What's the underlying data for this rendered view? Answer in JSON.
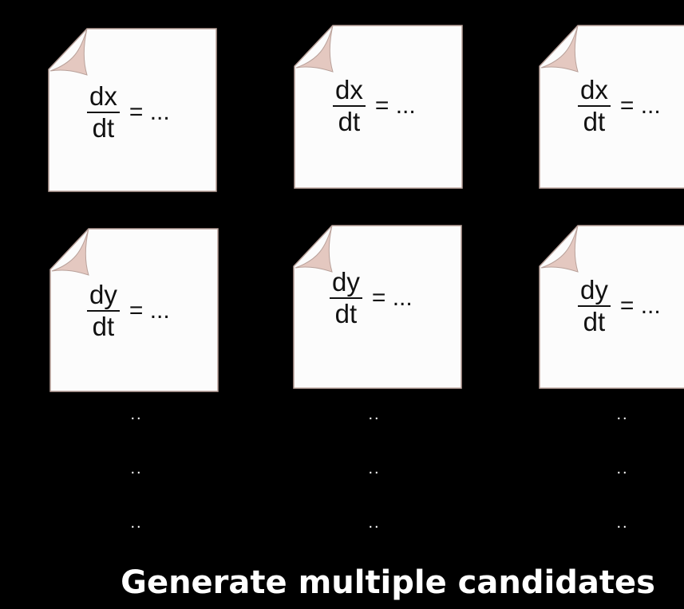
{
  "colors": {
    "background": "#000000",
    "paper": "#fcfcfc",
    "paper_edge": "#b9a19a",
    "curl": "#e4c8c0",
    "text": "#111111",
    "caption": "#ffffff"
  },
  "rows": [
    {
      "variable": "x",
      "cards": [
        {
          "numerator": "dx",
          "denominator": "dt",
          "rhs": "= ..."
        },
        {
          "numerator": "dx",
          "denominator": "dt",
          "rhs": "= ..."
        },
        {
          "numerator": "dx",
          "denominator": "dt",
          "rhs": "= ..."
        }
      ]
    },
    {
      "variable": "y",
      "cards": [
        {
          "numerator": "dy",
          "denominator": "dt",
          "rhs": "= ..."
        },
        {
          "numerator": "dy",
          "denominator": "dt",
          "rhs": "= ..."
        },
        {
          "numerator": "dy",
          "denominator": "dt",
          "rhs": "= ..."
        }
      ]
    }
  ],
  "continuation": {
    "symbol": "..",
    "rows": 3
  },
  "caption": "Generate multiple candidates"
}
